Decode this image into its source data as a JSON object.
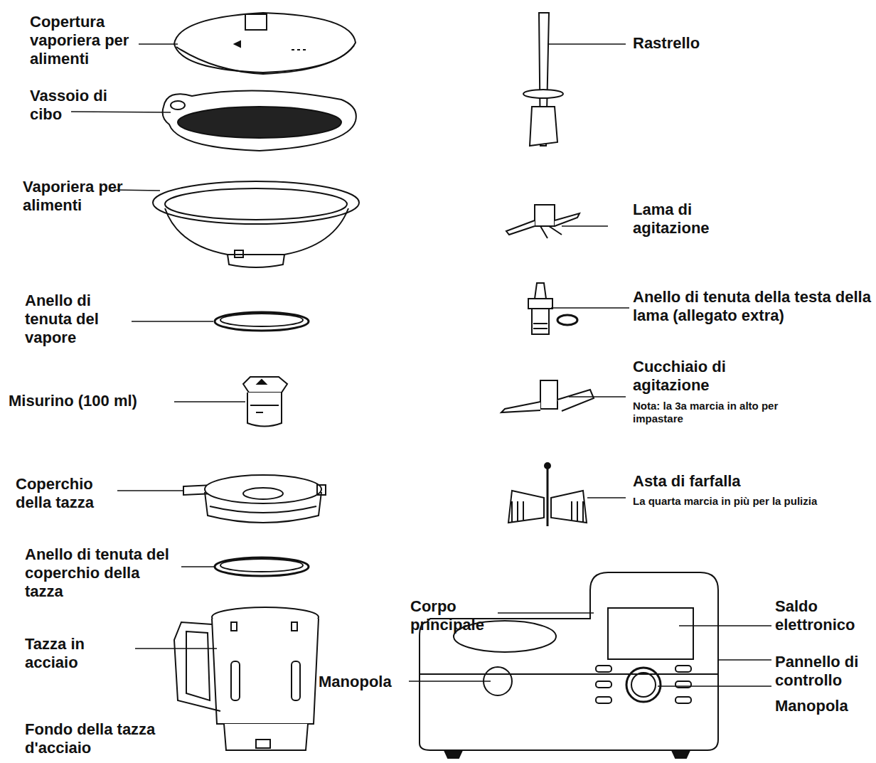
{
  "diagram": {
    "labels": [
      "Copertura vaporiera per alimenti",
      "Vassoio di cibo",
      "Vaporiera per alimenti",
      "Anello di tenuta del vapore",
      "Misurino (100 ml)",
      "Coperchio della tazza",
      "Anello di tenuta del coperchio della tazza",
      "Tazza in acciaio",
      "Fondo della tazza d'acciaio",
      "Rastrello",
      "Lama di agitazione",
      "Anello di tenuta della testa della lama (allegato extra)",
      "Cucchiaio di agitazione",
      "Nota: la 3a marcia in alto per impastare",
      "Asta di farfalla",
      "La quarta marcia in più per la pulizia",
      "Corpo principale",
      "Manopola",
      "Saldo elettronico",
      "Pannello di controllo",
      "Manopola"
    ]
  }
}
